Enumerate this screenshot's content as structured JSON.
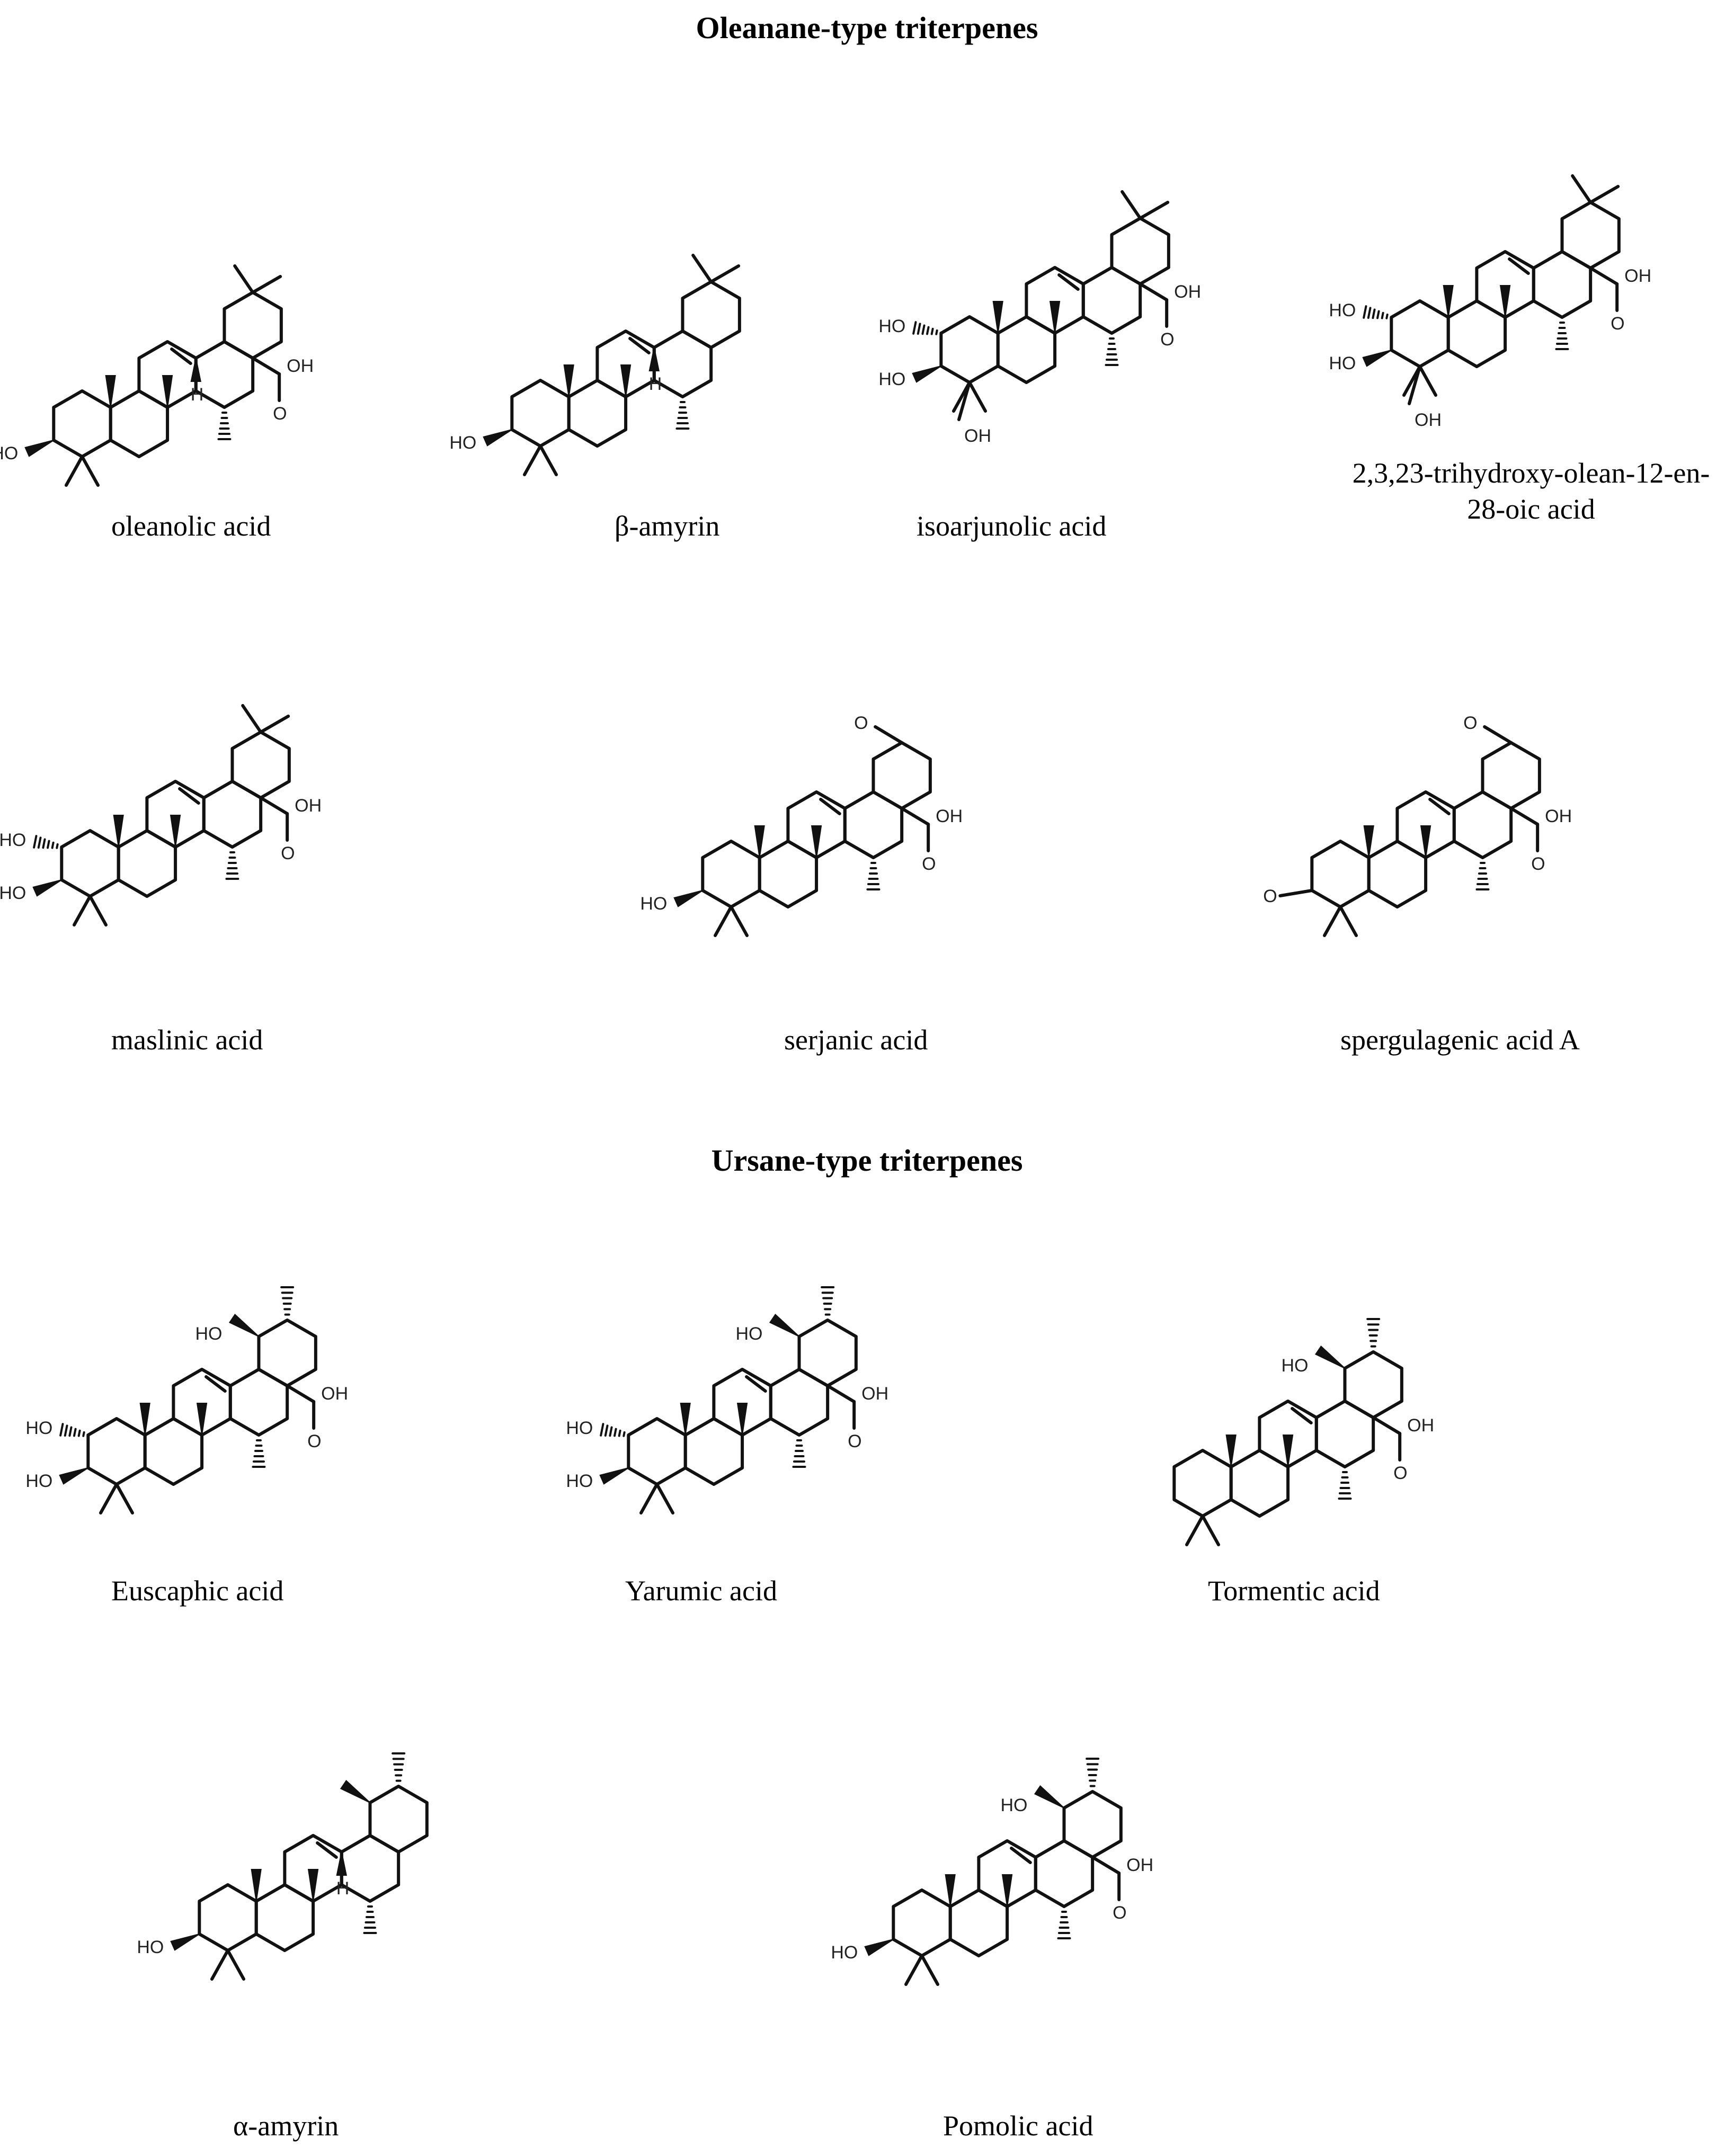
{
  "sections": {
    "oleanane_title": "Oleanane-type triterpenes",
    "ursane_title": "Ursane-type triterpenes"
  },
  "compounds": [
    {
      "name": "oleanolic acid"
    },
    {
      "name": "β-amyrin"
    },
    {
      "name": "isoarjunolic acid"
    },
    {
      "name": "2,3,23-trihydroxy-olean-12-en-28-oic acid"
    },
    {
      "name": "maslinic acid"
    },
    {
      "name": "serjanic acid"
    },
    {
      "name": "spergulagenic acid A"
    },
    {
      "name": "Euscaphic acid"
    },
    {
      "name": "Yarumic acid"
    },
    {
      "name": "Tormentic acid"
    },
    {
      "name": "α-amyrin"
    },
    {
      "name": "Pomolic acid"
    }
  ],
  "atom_labels": {
    "ho": "HO",
    "oh": "OH",
    "o": "O",
    "h": "H"
  }
}
